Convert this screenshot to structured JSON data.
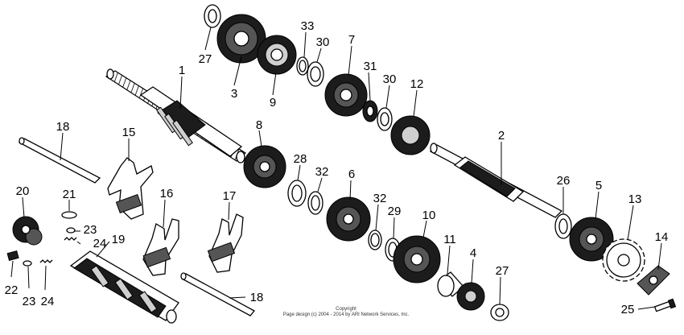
{
  "callouts": [
    {
      "id": "c1",
      "label": "1"
    },
    {
      "id": "c2",
      "label": "2"
    },
    {
      "id": "c3",
      "label": "3"
    },
    {
      "id": "c4",
      "label": "4"
    },
    {
      "id": "c5",
      "label": "5"
    },
    {
      "id": "c6",
      "label": "6"
    },
    {
      "id": "c7",
      "label": "7"
    },
    {
      "id": "c8",
      "label": "8"
    },
    {
      "id": "c9",
      "label": "9"
    },
    {
      "id": "c10",
      "label": "10"
    },
    {
      "id": "c11",
      "label": "11"
    },
    {
      "id": "c12",
      "label": "12"
    },
    {
      "id": "c13",
      "label": "13"
    },
    {
      "id": "c14",
      "label": "14"
    },
    {
      "id": "c15",
      "label": "15"
    },
    {
      "id": "c16",
      "label": "16"
    },
    {
      "id": "c17",
      "label": "17"
    },
    {
      "id": "c18a",
      "label": "18"
    },
    {
      "id": "c18b",
      "label": "18"
    },
    {
      "id": "c19",
      "label": "19"
    },
    {
      "id": "c20",
      "label": "20"
    },
    {
      "id": "c21",
      "label": "21"
    },
    {
      "id": "c22",
      "label": "22"
    },
    {
      "id": "c23a",
      "label": "23"
    },
    {
      "id": "c23b",
      "label": "23"
    },
    {
      "id": "c24a",
      "label": "24"
    },
    {
      "id": "c24b",
      "label": "24"
    },
    {
      "id": "c25",
      "label": "25"
    },
    {
      "id": "c26",
      "label": "26"
    },
    {
      "id": "c27a",
      "label": "27"
    },
    {
      "id": "c27b",
      "label": "27"
    },
    {
      "id": "c28",
      "label": "28"
    },
    {
      "id": "c29",
      "label": "29"
    },
    {
      "id": "c30a",
      "label": "30"
    },
    {
      "id": "c30b",
      "label": "30"
    },
    {
      "id": "c31",
      "label": "31"
    },
    {
      "id": "c32a",
      "label": "32"
    },
    {
      "id": "c32b",
      "label": "32"
    },
    {
      "id": "c33",
      "label": "33"
    }
  ],
  "copyright": {
    "line1": "Copyright",
    "line2": "Page design (c) 2004 - 2014 by ARI Network Services, Inc."
  }
}
